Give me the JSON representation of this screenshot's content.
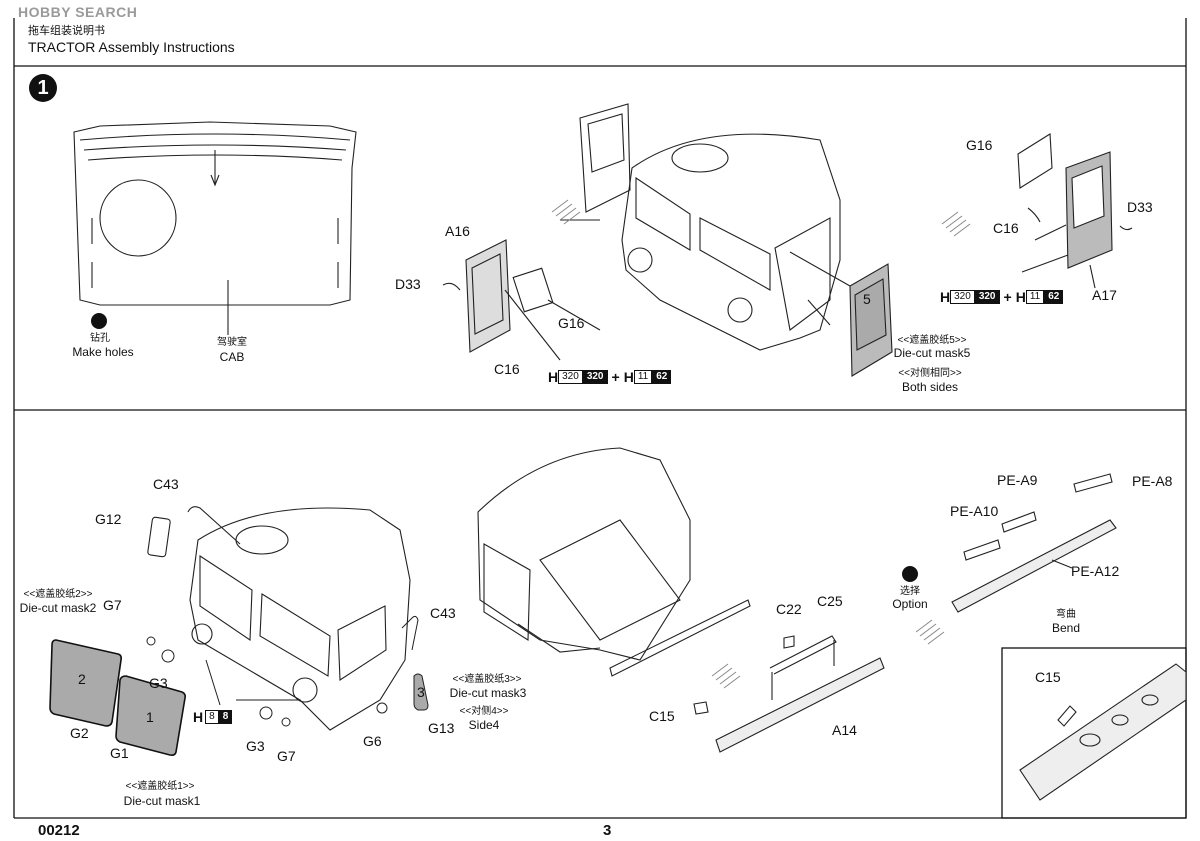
{
  "watermark": "HOBBY SEARCH",
  "header": {
    "title_cn": "拖车组装说明书",
    "title_en": "TRACTOR Assembly Instructions"
  },
  "step": {
    "number": "1"
  },
  "step1": {
    "cab_label_cn": "驾驶室",
    "cab_label_en": "CAB",
    "make_holes_cn": "钻孔",
    "make_holes_en": "Make holes",
    "a16": "A16",
    "d33_left": "D33",
    "g16_left": "G16",
    "c16_left": "C16",
    "paint_left": {
      "h": "H",
      "box1": "320",
      "box2": "320",
      "plus": "+",
      "h2": "H",
      "box3": "11",
      "box4": "62"
    },
    "mask5_cn": "<<遮盖胶纸5>>",
    "mask5_en": "Die-cut mask5",
    "mask5_number": "5",
    "both_sides_cn": "<<对侧相同>>",
    "both_sides_en": "Both sides",
    "g16_right": "G16",
    "d33_right": "D33",
    "c16_right": "C16",
    "a17": "A17",
    "paint_right": {
      "h": "H",
      "box1": "320",
      "box2": "320",
      "plus": "+",
      "h2": "H",
      "box3": "11",
      "box4": "62"
    }
  },
  "step2": {
    "c43_top": "C43",
    "g12": "G12",
    "mask2_cn": "<<遮盖胶纸2>>",
    "mask2_en": "Die-cut mask2",
    "g7_left": "G7",
    "g3_left": "G3",
    "mask_glass_2": "2",
    "mask_glass_1": "1",
    "g2": "G2",
    "g1": "G1",
    "mask1_cn": "<<遮盖胶纸1>>",
    "mask1_en": "Die-cut mask1",
    "paint_h8": {
      "h": "H",
      "box1": "8",
      "box2": "8"
    },
    "g3_bottom": "G3",
    "g7_bottom": "G7",
    "g6": "G6",
    "c43_right": "C43",
    "mask3_number": "3",
    "mask3_cn": "<<遮盖胶纸3>>",
    "mask3_en": "Die-cut mask3",
    "side4_cn": "<<对侧4>>",
    "side4_en": "Side4",
    "g13": "G13",
    "c22": "C22",
    "c25": "C25",
    "c15_mid": "C15",
    "a14": "A14",
    "option_cn": "选择",
    "option_en": "Option",
    "pe_a9": "PE-A9",
    "pe_a8": "PE-A8",
    "pe_a10": "PE-A10",
    "pe_a12": "PE-A12",
    "bend_cn": "弯曲",
    "bend_en": "Bend",
    "c15_inset": "C15"
  },
  "footer": {
    "code": "00212",
    "page": "3"
  }
}
